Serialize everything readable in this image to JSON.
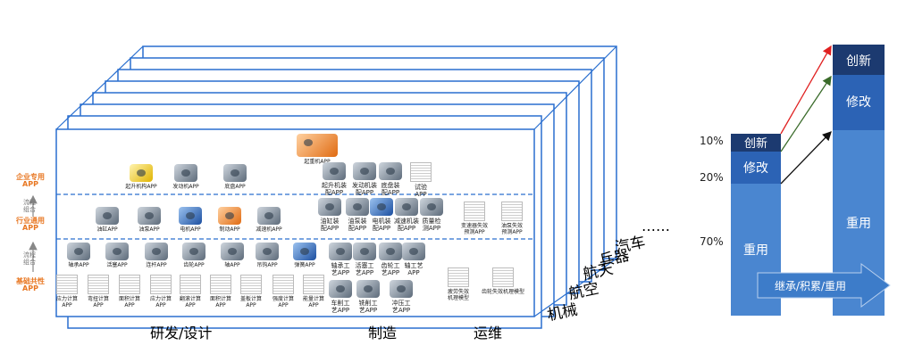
{
  "left_labels": {
    "enterprise": "企业专用\nAPP",
    "flow1": "流程\n组合",
    "industry": "行业通用\nAPP",
    "flow2": "流程\n组合",
    "basic": "基础共性\nAPP"
  },
  "crane": "起重机APP",
  "design_top": [
    "起升机构APP",
    "发动机APP",
    "底盘APP"
  ],
  "design_mid": [
    "油缸APP",
    "油泵APP",
    "电机APP",
    "制动APP",
    "减速机APP"
  ],
  "design_low": [
    "轴承APP",
    "活塞APP",
    "连杆APP",
    "齿轮APP",
    "轴APP",
    "吊钩APP",
    "弹簧APP"
  ],
  "design_calc": [
    "应力计算\nAPP",
    "弯扭计算\nAPP",
    "面积计算\nAPP",
    "应力计算\nAPP",
    "翻滚计算\nAPP",
    "面积计算\nAPP",
    "盖板计算\nAPP",
    "强度计算\nAPP",
    "能量计算\nAPP"
  ],
  "mfg_top": [
    "起升机装\n配APP",
    "发动机装\n配APP",
    "底盘装\n配APP",
    "试验\nAPP"
  ],
  "mfg_mid": [
    "油缸装\n配APP",
    "油泵装\n配APP",
    "电机装\n配APP",
    "减速机装\n配APP",
    "质量检\n测APP"
  ],
  "mfg_low": [
    "轴承工\n艺APP",
    "活塞工\n艺APP",
    "齿轮工\n艺APP",
    "轴工艺\nAPP"
  ],
  "mfg_bottom": [
    "车削工\n艺APP",
    "铣削工\n艺APP",
    "冲压工\n艺APP"
  ],
  "ops_mid": [
    "变速器失效\n预测APP",
    "油泵失效\n预测APP"
  ],
  "ops_low": [
    "疲劳失效\n机理模型",
    "齿轮失效机理模型"
  ],
  "bottom_labels": [
    "研发/设计",
    "制造",
    "运维"
  ],
  "industries": [
    "机械",
    "航空",
    "航天",
    "兵器",
    "汽车"
  ],
  "dots": "……",
  "right": {
    "small_bar": [
      "创新",
      "修改",
      "重用"
    ],
    "pcts": [
      "10%",
      "20%",
      "70%"
    ],
    "tall_bar": [
      "创新",
      "修改",
      "重用"
    ],
    "arrow_text": "继承/积累/重用"
  },
  "colors": {
    "bar_light": "#4a86d0",
    "bar_mid": "#2c63b5",
    "bar_dark": "#1c3a70",
    "orange": "#e87722"
  }
}
